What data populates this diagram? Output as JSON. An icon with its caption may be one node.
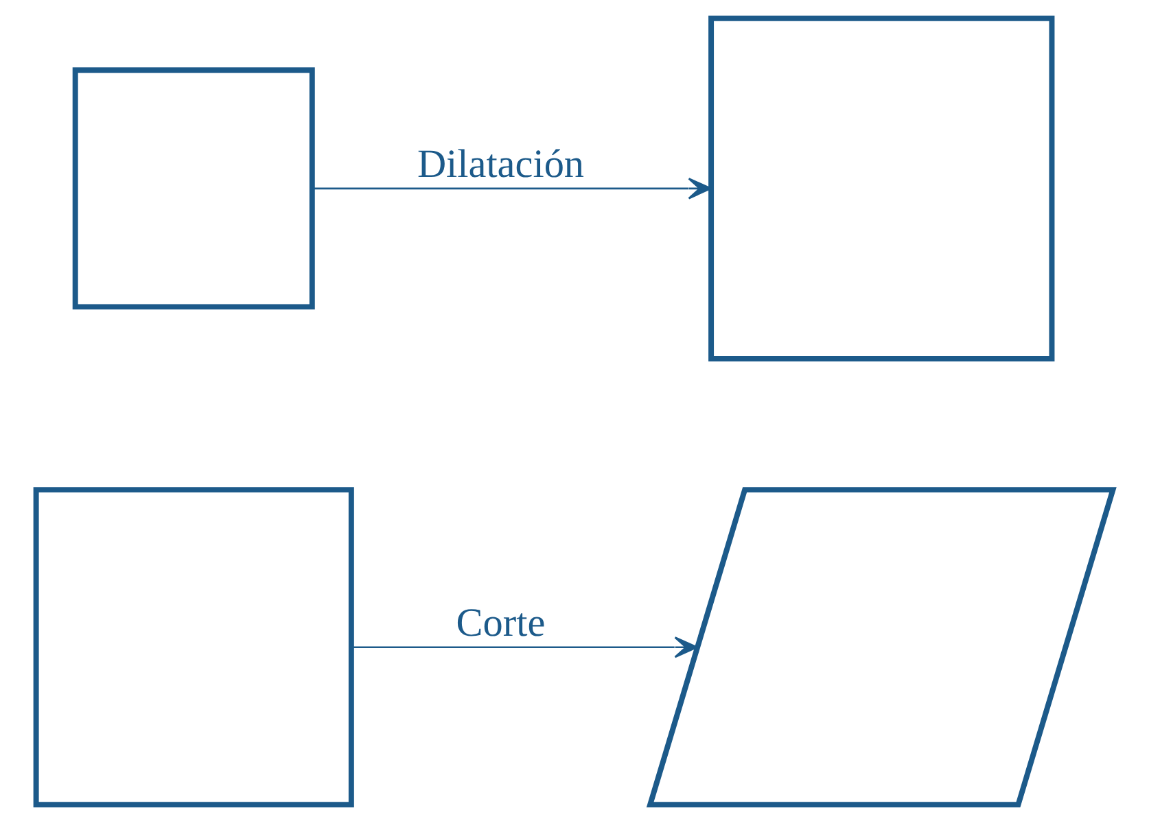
{
  "diagram": {
    "nodes": [
      {
        "text": [],
        "shape": "box"
      },
      {
        "text": [],
        "shape": "parallelogram"
      },
      {
        "text": [],
        "shape": "box"
      },
      {
        "text": [],
        "shape": "box"
      }
    ],
    "edges": [
      {
        "from": 0,
        "to": 1,
        "arrow": "to",
        "label": "Corte"
      },
      {
        "from": 2,
        "to": 3,
        "arrow": "to",
        "label": "Dilatación"
      }
    ]
  }
}
